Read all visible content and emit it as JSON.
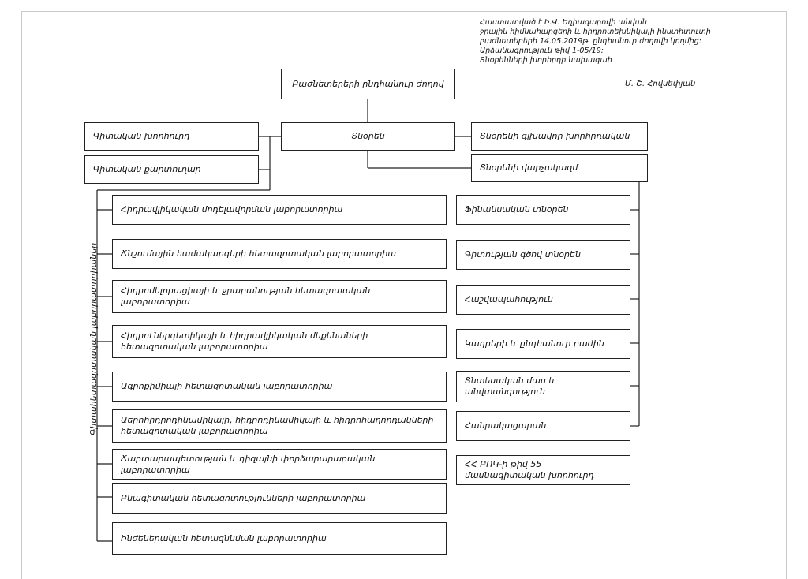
{
  "approval": {
    "lines": [
      "Հաստատված է Ի.Վ. Եղիազարովի անվան",
      "ջրային հիմնահարցերի և հիդրոտեխնիկայի ինստիտուտի",
      "բաժնետերերի 14.05.2019թ. ընդհանուր ժողովի կողմից:",
      "Արձանագրություն թիվ 1-05/19:",
      "Տնօրենների խորհրդի նախագահ"
    ],
    "signature": "Մ. Շ. Հովսեփյան"
  },
  "top": {
    "assembly": "Բաժնետերերի ընդհանուր ժողով",
    "director": "Տնօրեն",
    "sci_council": "Գիտական խորհուրդ",
    "sci_secretary": "Գիտական քարտուղար",
    "chief_advisor": "Տնօրենի գլխավոր խորհրդական",
    "office": "Տնօրենի վարչակազմ"
  },
  "labs_label": "Գիտահետազոտական լաբորատորիաներ",
  "labs": [
    [
      "Հիդրավլիկական մոդելավորման լաբորատորիա"
    ],
    [
      "Ճնշումային համակարգերի հետազոտական լաբորատորիա"
    ],
    [
      "Հիդրոմելորացիայի և ջրաբանության հետազոտական",
      "լաբորատորիա"
    ],
    [
      "Հիդրոէներգետիկայի և հիդրավլիկական մեքենաների",
      "հետազոտական  լաբորատորիա"
    ],
    [
      "Ագրոքիմիայի հետազոտական լաբորատորիա"
    ],
    [
      "Աերոհիդրոդինամիկայի, հիդրոդինամիկայի և հիդրոհաղորդակների",
      "հետազոտական  լաբորատորիա"
    ],
    [
      "Ճարտարապետության և դիզայնի փորձարարարական",
      "լաբորատորիա"
    ],
    [
      "Բնագիտական հետազոտությունների լաբորատորիա"
    ],
    [
      "Ինժեներական հետազննման լաբորատորիա"
    ]
  ],
  "units": [
    [
      "Ֆինանսական տնօրեն"
    ],
    [
      "Գիտության գծով տնօրեն"
    ],
    [
      "Հաշվապահություն"
    ],
    [
      "Կադրերի և ընդհանուր բաժին"
    ],
    [
      "Տնտեսական մաս և",
      "անվտանգություն"
    ],
    [
      "Հանրակացարան"
    ]
  ],
  "standalone": [
    "ՀՀ ԲՈԿ-ի թիվ 55",
    "մասնագիտական խորհուրդ"
  ]
}
